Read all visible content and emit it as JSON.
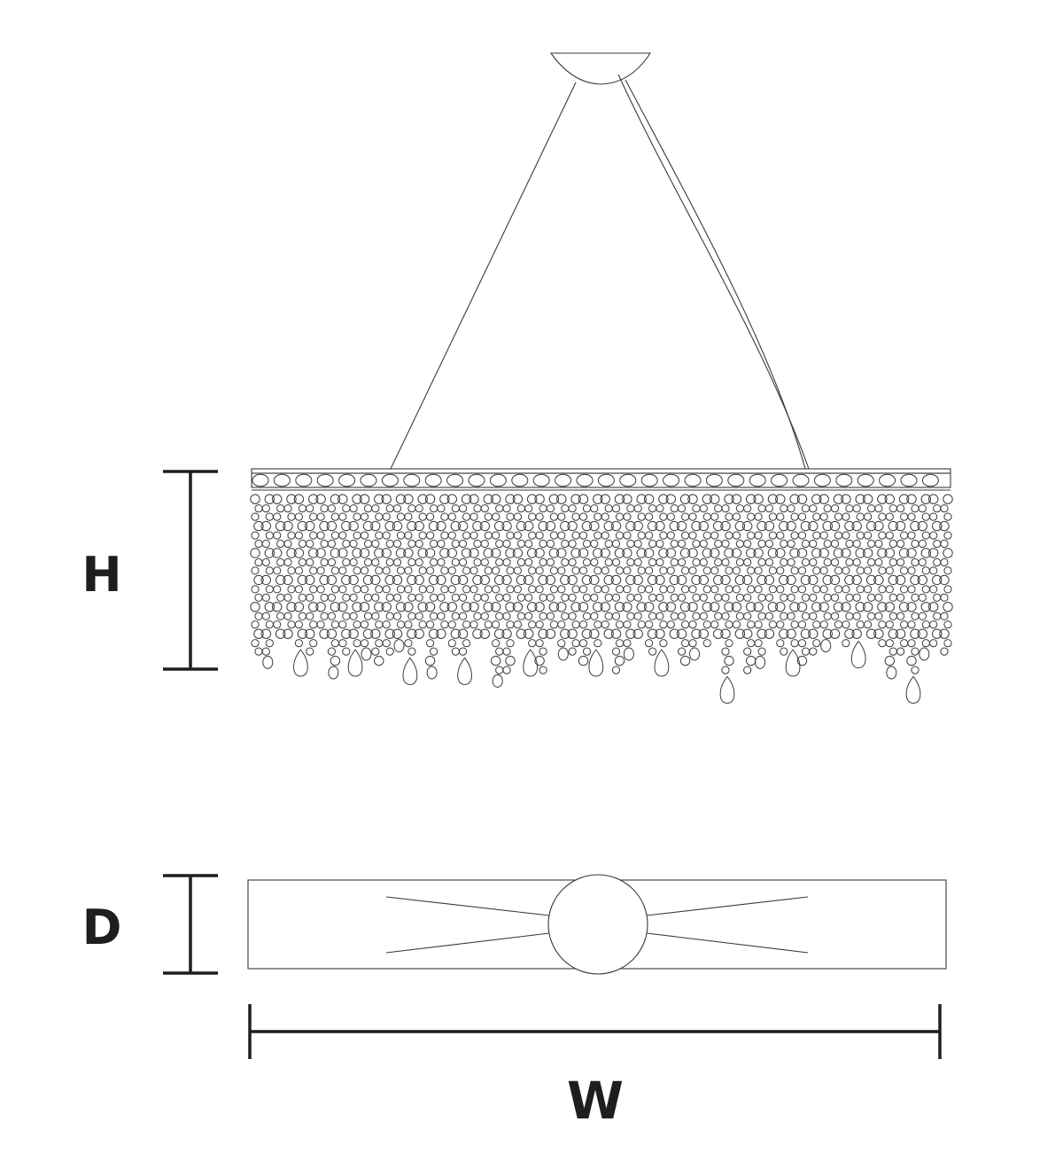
{
  "dimension_labels": {
    "height": "H",
    "depth": "D",
    "width": "W"
  },
  "colors": {
    "line": "#3a3a3a",
    "dimension": "#1e1e1e",
    "background": "#ffffff"
  }
}
